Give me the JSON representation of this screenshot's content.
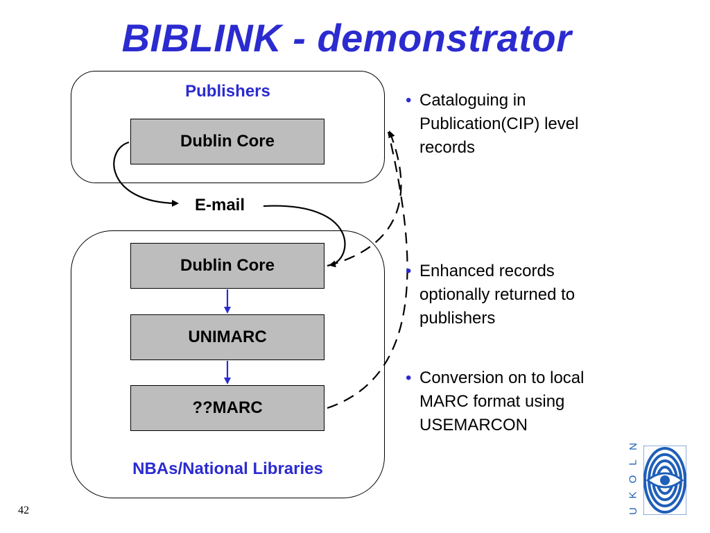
{
  "title": "BIBLINK - demonstrator",
  "publishers_panel": {
    "label": "Publishers",
    "box": "Dublin Core"
  },
  "transfer_label": "E-mail",
  "libraries_panel": {
    "label": "NBAs/National Libraries",
    "boxes": [
      "Dublin Core",
      "UNIMARC",
      "??MARC"
    ]
  },
  "bullets": [
    "Cataloguing in Publication(CIP) level records",
    "Enhanced records optionally returned to publishers",
    "Conversion on to local MARC format using USEMARCON"
  ],
  "bullet_glyph": "•",
  "page_number": "42",
  "logo": {
    "letters": [
      "N",
      "L",
      "O",
      "K",
      "U"
    ],
    "icon": "ukoln-eye-logo-icon"
  },
  "colors": {
    "title": "#2b2bd0",
    "panel_label": "#2b2bd0",
    "box_fill": "#bdbdbd",
    "flow_arrow": "#2b2bd0",
    "logo": "#1f5fb8"
  }
}
